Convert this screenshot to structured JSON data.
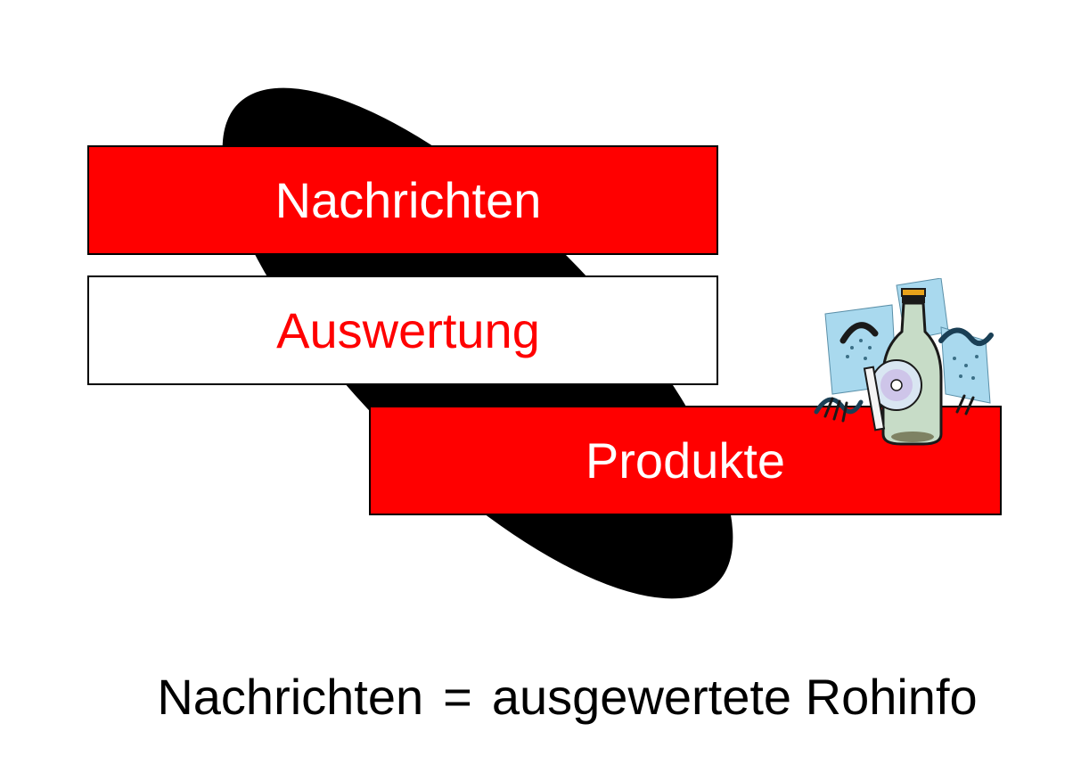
{
  "colors": {
    "accent_red": "#ff0000",
    "ellipse": "#000000",
    "box_border": "#000000",
    "white": "#ffffff"
  },
  "diagram": {
    "boxes": [
      {
        "label": "Nachrichten",
        "fill": "#ff0000",
        "text_color": "#ffffff"
      },
      {
        "label": "Auswertung",
        "fill": "#ffffff",
        "text_color": "#ff0000"
      },
      {
        "label": "Produkte",
        "fill": "#ff0000",
        "text_color": "#ffffff"
      }
    ],
    "background_shape": "black-ellipse",
    "clipart_icon": "message-in-a-bottle-icon"
  },
  "caption": {
    "term": "Nachrichten",
    "equals": "=",
    "definition": "ausgewertete Rohinfo"
  }
}
